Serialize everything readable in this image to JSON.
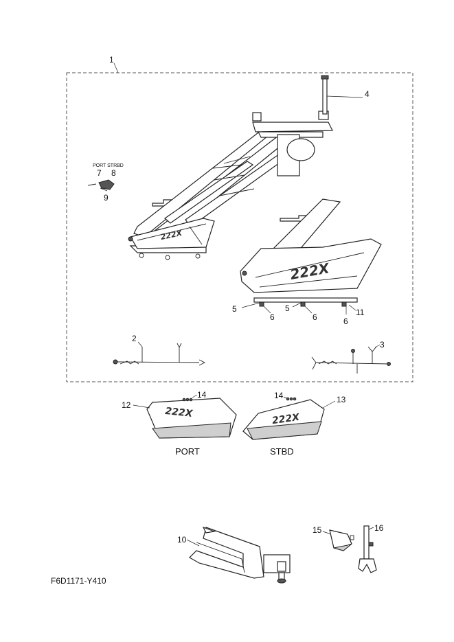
{
  "callouts": {
    "c1": "1",
    "c2": "2",
    "c3": "3",
    "c4": "4",
    "c5a": "5",
    "c5b": "5",
    "c6a": "6",
    "c6b": "6",
    "c6c": "6",
    "c7": "7",
    "c8": "8",
    "c9": "9",
    "c10": "10",
    "c11": "11",
    "c12": "12",
    "c13": "13",
    "c14a": "14",
    "c14b": "14",
    "c15": "15",
    "c16": "16"
  },
  "labels": {
    "port_strbd": "PORT  STRBD",
    "port": "PORT",
    "stbd": "STBD",
    "diagram_code": "F6D1171-Y410"
  }
}
